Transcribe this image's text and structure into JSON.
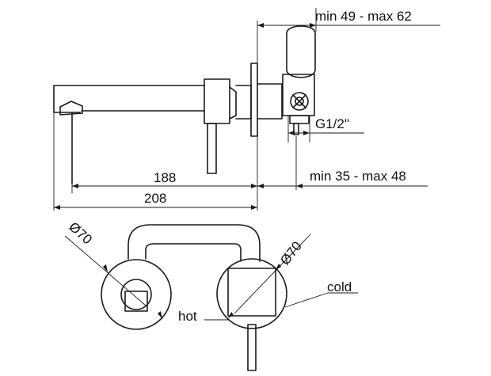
{
  "labels": {
    "depth_range": "min 49  - max 62",
    "connection": "G1/2\"",
    "spout_length": "188",
    "overall_length": "208",
    "wall_range": "min 35 - max 48",
    "diameter_left": "Ø70",
    "diameter_right": "Ø70",
    "hot": "hot",
    "cold": "cold"
  }
}
